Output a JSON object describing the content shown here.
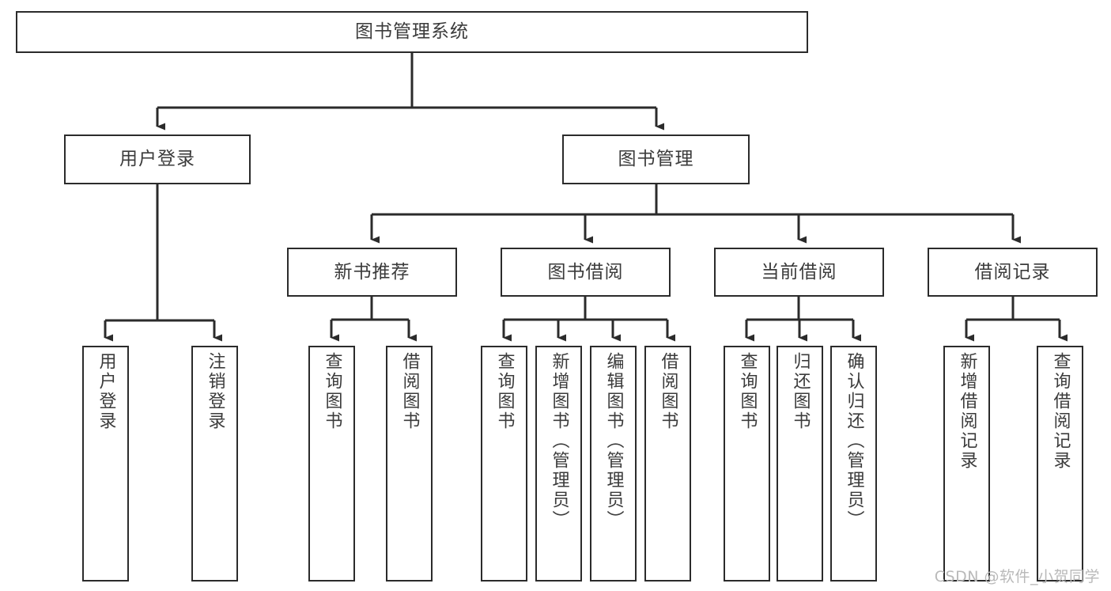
{
  "diagram": {
    "title": "图书管理系统",
    "type": "功能结构图",
    "watermark": "CSDN @软件_小贺同学",
    "colors": {
      "border": "#2b2b2b",
      "text": "#3b3b3b",
      "background": "#ffffff",
      "connector": "#2b2b2b",
      "watermark": "#b9b9b9"
    },
    "nodes": {
      "root": {
        "label": "图书管理系统"
      },
      "level2": [
        {
          "id": "user-login",
          "label": "用户登录"
        },
        {
          "id": "book-manage",
          "label": "图书管理"
        }
      ],
      "level3": [
        {
          "id": "new-book-recommend",
          "label": "新书推荐"
        },
        {
          "id": "book-borrow",
          "label": "图书借阅"
        },
        {
          "id": "current-borrow",
          "label": "当前借阅"
        },
        {
          "id": "borrow-record",
          "label": "借阅记录"
        }
      ],
      "leaves": {
        "user-login": [
          {
            "id": "leaf-user-login",
            "label": "用户登录"
          },
          {
            "id": "leaf-logout",
            "label": "注销登录"
          }
        ],
        "new-book-recommend": [
          {
            "id": "leaf-query-book-1",
            "label": "查询图书"
          },
          {
            "id": "leaf-borrow-book-1",
            "label": "借阅图书"
          }
        ],
        "book-borrow": [
          {
            "id": "leaf-query-book-2",
            "label": "查询图书"
          },
          {
            "id": "leaf-add-book",
            "label": "新增图书（管理员）"
          },
          {
            "id": "leaf-edit-book",
            "label": "编辑图书（管理员）"
          },
          {
            "id": "leaf-borrow-book-2",
            "label": "借阅图书"
          }
        ],
        "current-borrow": [
          {
            "id": "leaf-query-book-3",
            "label": "查询图书"
          },
          {
            "id": "leaf-return-book",
            "label": "归还图书"
          },
          {
            "id": "leaf-confirm-return",
            "label": "确认归还（管理员）"
          }
        ],
        "borrow-record": [
          {
            "id": "leaf-add-record",
            "label": "新增借阅记录"
          },
          {
            "id": "leaf-query-record",
            "label": "查询借阅记录"
          }
        ]
      }
    }
  }
}
